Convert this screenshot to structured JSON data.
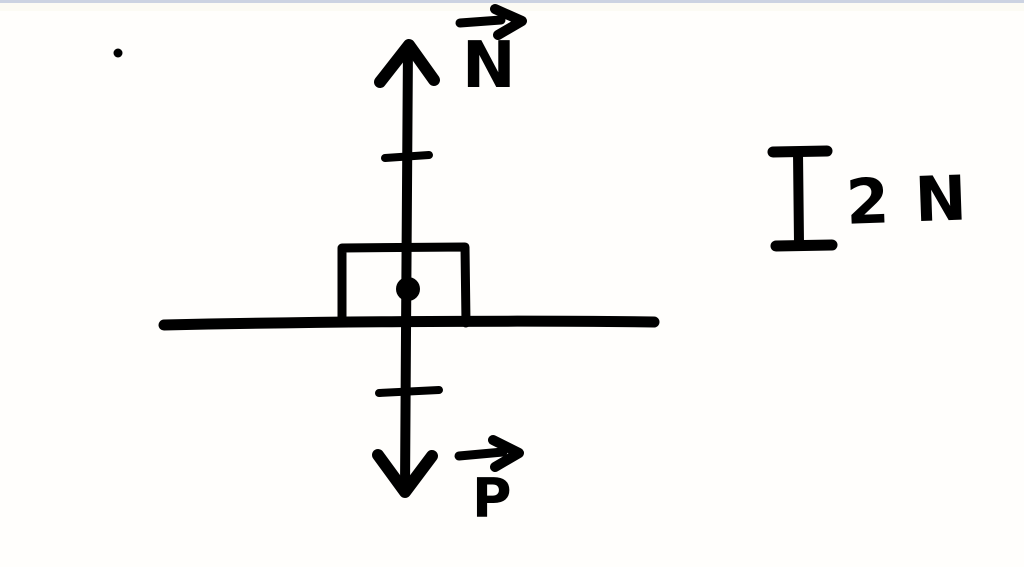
{
  "colors": {
    "ink": "#000000",
    "top_border": "#ccd3e2",
    "background": "#fffefc"
  },
  "diagram": {
    "normal_force_label": "N",
    "weight_force_label": "P",
    "scale": {
      "label": "2 N",
      "value": "2",
      "unit": "N"
    }
  }
}
